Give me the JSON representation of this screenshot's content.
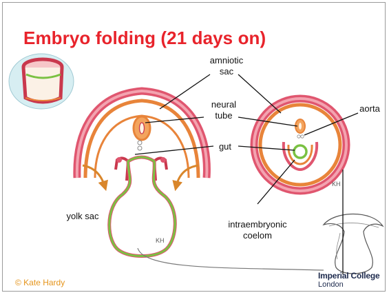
{
  "slide": {
    "title": "Embryo folding (21 days on)",
    "copyright": "© Kate Hardy",
    "logo": {
      "line1": "Imperial College",
      "line2": "London"
    }
  },
  "labels": {
    "amniotic_sac": "amniotic\nsac",
    "neural_tube": "neural\ntube",
    "gut": "gut",
    "aorta": "aorta",
    "yolk_sac": "yolk sac",
    "intraembryonic_coelom": "intraembryonic\ncoelom"
  },
  "colors": {
    "title": "#e8232b",
    "ectoderm_pink": "#e0566f",
    "ectoderm_light": "#f3a3b0",
    "mesoderm_orange": "#e8843a",
    "endoderm_green": "#7ac142",
    "arrow_orange": "#d9862b",
    "copyright": "#e5941a"
  }
}
